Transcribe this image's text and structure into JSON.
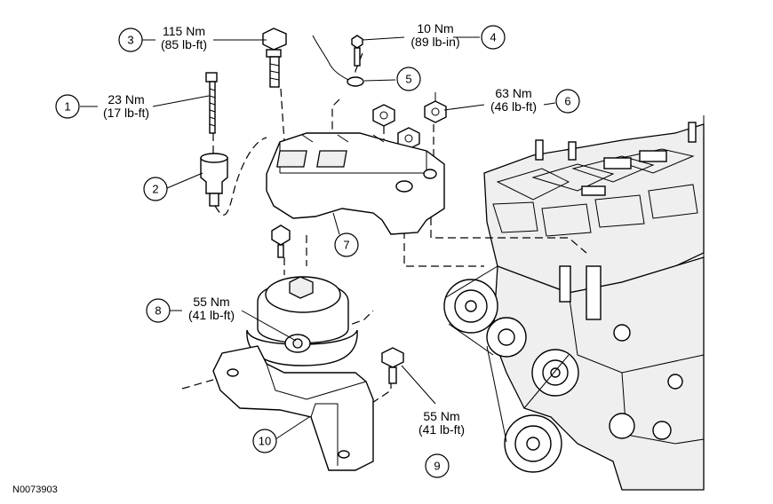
{
  "figure_id": "N0073903",
  "callouts": [
    {
      "num": "1",
      "torque_nm": "23 Nm",
      "torque_imperial": "(17 lb-ft)"
    },
    {
      "num": "2"
    },
    {
      "num": "3",
      "torque_nm": "115 Nm",
      "torque_imperial": "(85 lb-ft)"
    },
    {
      "num": "4",
      "torque_nm": "10 Nm",
      "torque_imperial": "(89 lb-in)"
    },
    {
      "num": "5"
    },
    {
      "num": "6",
      "torque_nm": "63 Nm",
      "torque_imperial": "(46 lb-ft)"
    },
    {
      "num": "7"
    },
    {
      "num": "8",
      "torque_nm": "55 Nm",
      "torque_imperial": "(41 lb-ft)"
    },
    {
      "num": "9",
      "torque_nm": "55 Nm",
      "torque_imperial": "(41 lb-ft)"
    },
    {
      "num": "10"
    }
  ]
}
